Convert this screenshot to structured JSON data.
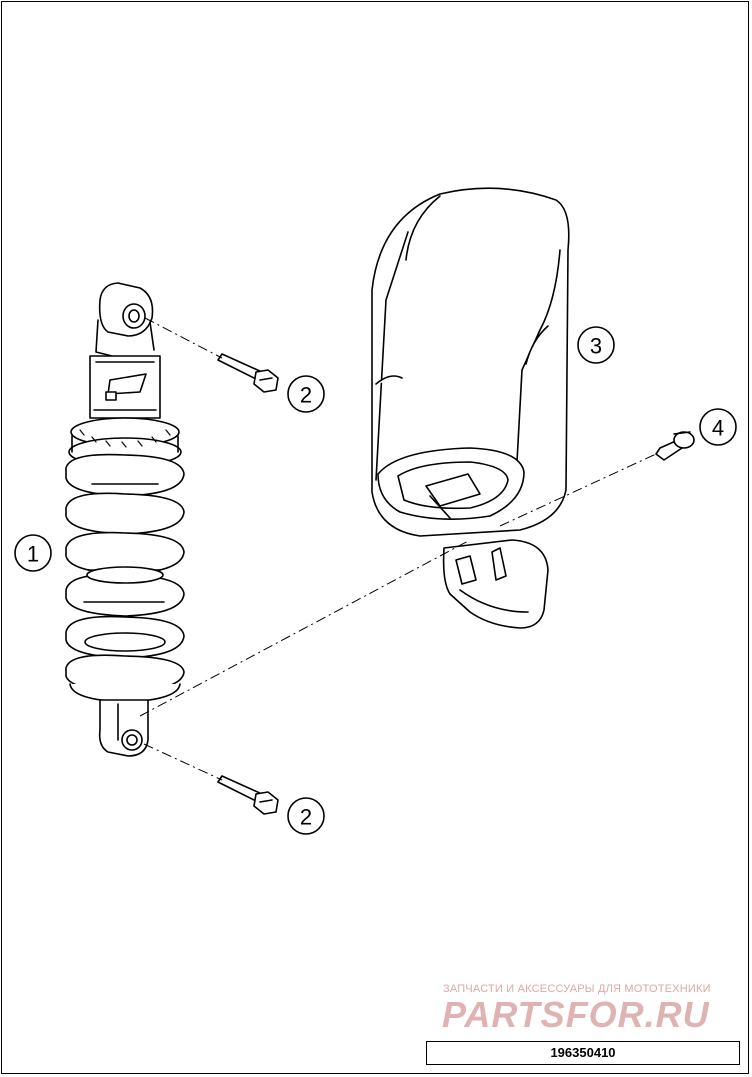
{
  "callouts": [
    {
      "id": "1",
      "label": "1"
    },
    {
      "id": "2a",
      "label": "2"
    },
    {
      "id": "2b",
      "label": "2"
    },
    {
      "id": "3",
      "label": "3"
    },
    {
      "id": "4",
      "label": "4"
    }
  ],
  "watermark": {
    "tagline": "ЗАПЧАСТИ И АКСЕССУАРЫ ДЛЯ МОТОТЕХНИКИ",
    "logo_text": "PARTSFOR.RU",
    "color": "#e0b3b3"
  },
  "document_number": "196350410",
  "icons": [
    "shock-absorber-icon",
    "bolt-icon",
    "mud-flap-icon",
    "screw-icon"
  ]
}
